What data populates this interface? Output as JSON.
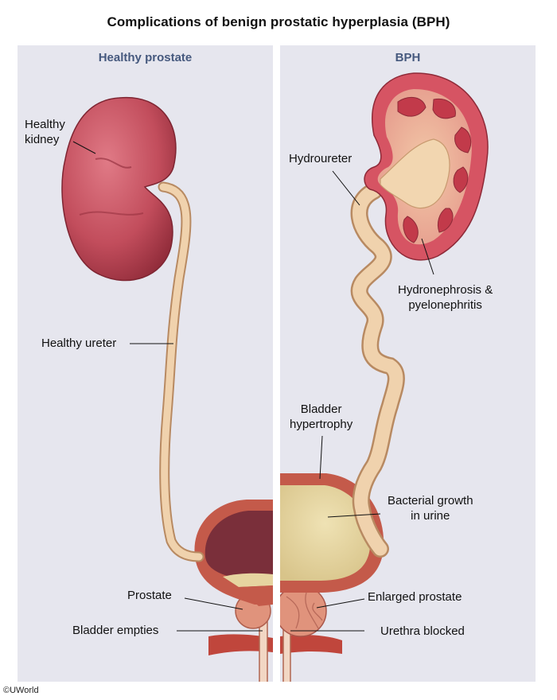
{
  "title": "Complications of benign prostatic hyperplasia (BPH)",
  "panels": {
    "left_title": "Healthy prostate",
    "right_title": "BPH"
  },
  "labels": {
    "healthy_kidney_l1": "Healthy",
    "healthy_kidney_l2": "kidney",
    "healthy_ureter": "Healthy ureter",
    "prostate": "Prostate",
    "bladder_empties": "Bladder empties",
    "hydroureter": "Hydroureter",
    "hydronephrosis_l1": "Hydronephrosis &",
    "hydronephrosis_l2": "pyelonephritis",
    "bladder_hypertrophy_l1": "Bladder",
    "bladder_hypertrophy_l2": "hypertrophy",
    "bacterial_growth_l1": "Bacterial growth",
    "bacterial_growth_l2": "in urine",
    "enlarged_prostate": "Enlarged prostate",
    "urethra_blocked": "Urethra blocked"
  },
  "footer": "©UWorld",
  "colors": {
    "panel_bg": "#e6e6ee",
    "panel_title": "#46597e",
    "kidney": "#c9505f",
    "ureter": "#ecc9a0",
    "muscle": "#c45a4a",
    "bladder_inner": "#7a2f3a",
    "urine": "#e6d4a0"
  }
}
